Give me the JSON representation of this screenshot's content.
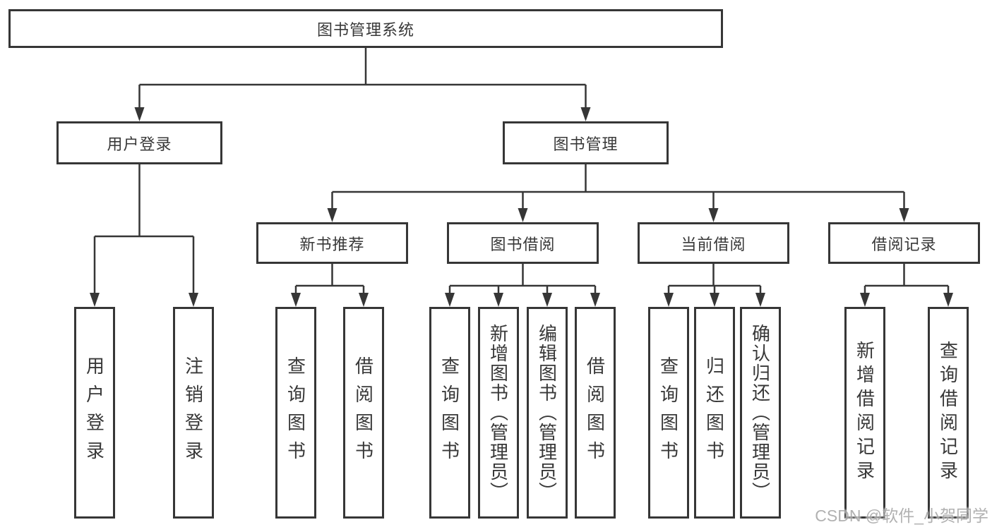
{
  "tree": {
    "label": "图书管理系统",
    "children": [
      {
        "label": "用户登录",
        "children": [
          {
            "label": "用户登录"
          },
          {
            "label": "注销登录"
          }
        ]
      },
      {
        "label": "图书管理",
        "children": [
          {
            "label": "新书推荐",
            "children": [
              {
                "label": "查询图书"
              },
              {
                "label": "借阅图书"
              }
            ]
          },
          {
            "label": "图书借阅",
            "children": [
              {
                "label": "查询图书"
              },
              {
                "label": "新增图书（管理员）"
              },
              {
                "label": "编辑图书（管理员）"
              },
              {
                "label": "借阅图书"
              }
            ]
          },
          {
            "label": "当前借阅",
            "children": [
              {
                "label": "查询图书"
              },
              {
                "label": "归还图书"
              },
              {
                "label": "确认归还（管理员）"
              }
            ]
          },
          {
            "label": "借阅记录",
            "children": [
              {
                "label": "新增借阅记录"
              },
              {
                "label": "查询借阅记录"
              }
            ]
          }
        ]
      }
    ]
  },
  "watermark": "CSDN @软件_小贺同学",
  "colors": {
    "line": "#363636",
    "text": "#383838",
    "box_bg": "#ffffff",
    "background": "#ffffff",
    "watermark": "#a9a9a9"
  }
}
